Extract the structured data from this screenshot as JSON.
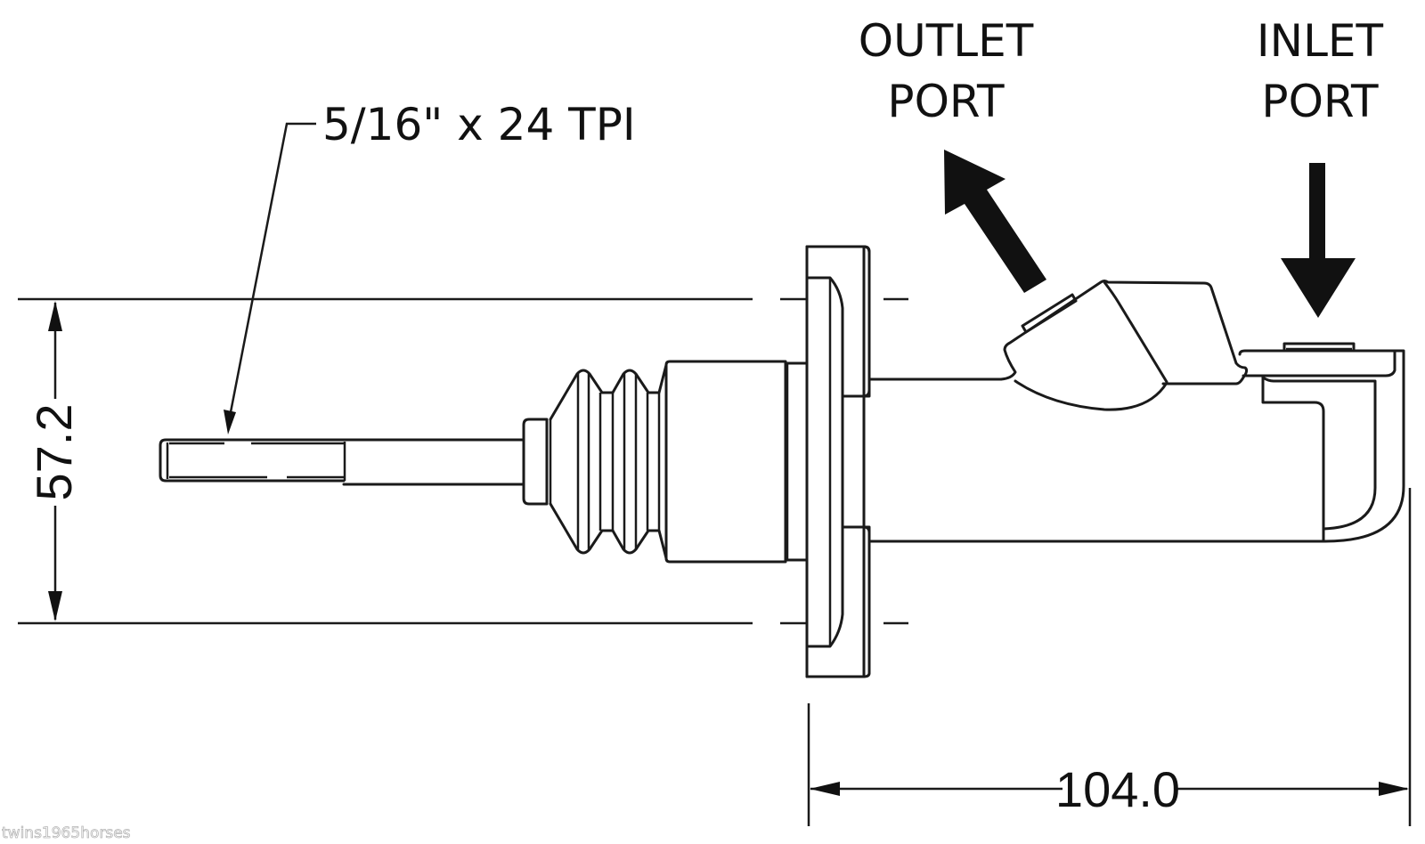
{
  "diagram": {
    "title": "Clutch master cylinder dimension drawing",
    "labels": {
      "thread_spec": "5/16\" x 24 TPI",
      "outlet_line1": "OUTLET",
      "outlet_line2": "PORT",
      "inlet_line1": "INLET",
      "inlet_line2": "PORT"
    },
    "dimensions": {
      "height": "57.2",
      "length": "104.0"
    },
    "watermark": "twins1965horses",
    "colors": {
      "line": "#1a1a1a",
      "background": "#ffffff",
      "watermark": "#b5b5b5"
    }
  }
}
